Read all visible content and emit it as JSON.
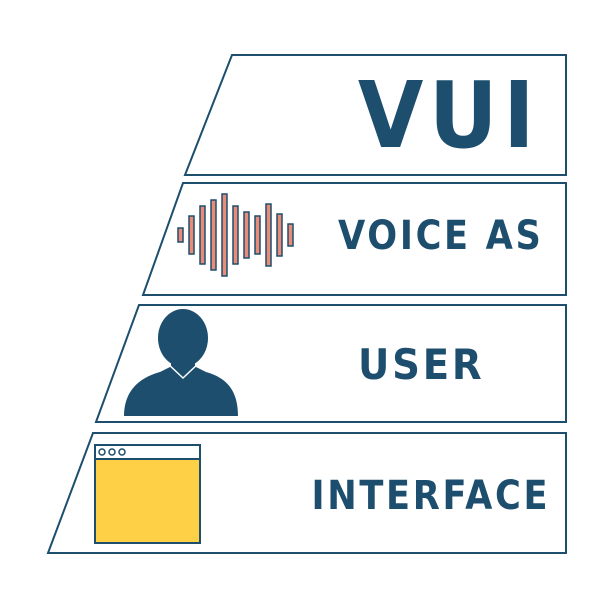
{
  "title": "VUI",
  "rows": [
    {
      "text": "VOICE AS",
      "icon": "sound-wave-icon"
    },
    {
      "text": "USER",
      "icon": "person-silhouette-icon"
    },
    {
      "text": "INTERFACE",
      "icon": "browser-window-icon"
    }
  ],
  "colors": {
    "text": "#1d4e6e",
    "outline": "#1d4e6e",
    "wave": "#ea8b78",
    "folder": "#fdd046",
    "background": "#ffffff"
  }
}
